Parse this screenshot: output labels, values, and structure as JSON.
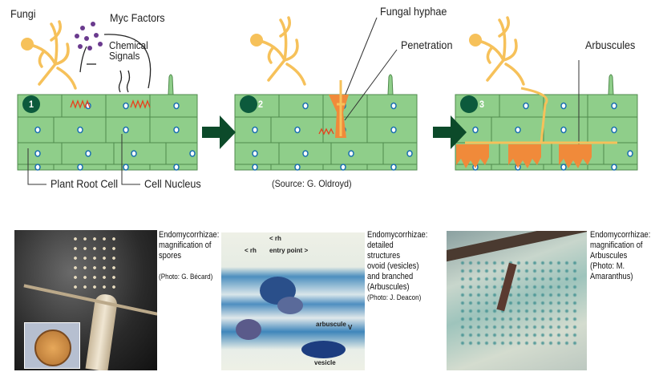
{
  "diagram": {
    "step1": {
      "number": "1",
      "fungi": "Fungi",
      "myc_factors": "Myc Factors",
      "chemical_signals_1": "Chemical",
      "chemical_signals_2": "Signals",
      "plant_root_cell": "Plant Root Cell",
      "cell_nucleus": "Cell Nucleus"
    },
    "step2": {
      "number": "2",
      "fungal_hyphae": "Fungal hyphae",
      "penetration": "Penetration",
      "source": "(Source:  G. Oldroyd)"
    },
    "step3": {
      "number": "3",
      "arbuscules": "Arbuscules"
    },
    "colors": {
      "cell": "#8fce8a",
      "cell_border": "#4f8a4c",
      "badge": "#0c5a3c",
      "arrow": "#0c4a2a",
      "fungus": "#f6c15a",
      "arbuscule": "#f08a3a",
      "signal": "#e8401c",
      "myc": "#6a3a8e"
    }
  },
  "photos": [
    {
      "caption_1": "Endomycorrhizae:",
      "caption_2": "magnification of",
      "caption_3": "spores",
      "credit": "(Photo: G. Bécard)"
    },
    {
      "caption_1": "Endomycorrhizae:",
      "caption_2": "detailed",
      "caption_3": "structures",
      "caption_4": "ovoid (vesicles)",
      "caption_5": "and branched",
      "caption_6": "(Arbuscules)",
      "credit": "(Photo: J. Deacon)",
      "labels": {
        "rh1": "< rh",
        "rh2": "< rh",
        "entry": "entry point >",
        "arbuscule": "arbuscule",
        "arb_mark": "V",
        "vesicle": "vesicle"
      }
    },
    {
      "caption_1": "Endomycorrhizae:",
      "caption_2": "magnification of",
      "caption_3": "Arbuscules",
      "caption_4": "(Photo: M.",
      "caption_5": "Amaranthus)"
    }
  ]
}
